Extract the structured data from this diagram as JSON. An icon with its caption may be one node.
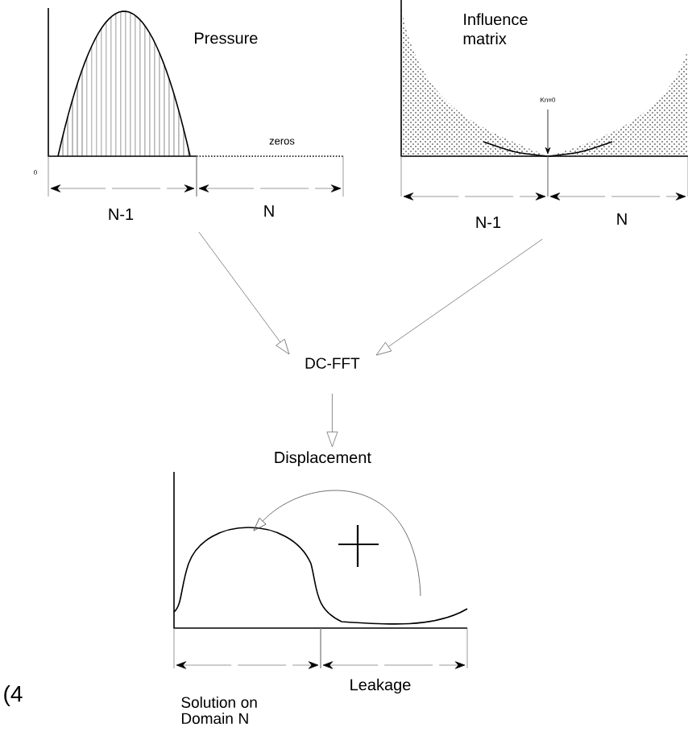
{
  "diagram": {
    "nodes": [
      {
        "text": [
          "Pressure"
        ]
      },
      {
        "text": [
          "Influence matrix"
        ]
      },
      {
        "text": [
          "DC-FFT"
        ]
      },
      {
        "text": [
          "Displacement"
        ]
      }
    ],
    "edges": [
      {
        "from": 0,
        "to": 2,
        "arrow": "to"
      },
      {
        "from": 1,
        "to": 2,
        "arrow": "to"
      },
      {
        "from": 2,
        "to": 3,
        "arrow": "to"
      }
    ],
    "labels": [
      "0",
      "zeros",
      "N-1",
      "N",
      "Kn=0",
      "N-1",
      "N",
      "Solution on Domain N",
      "Leakage",
      "(4"
    ]
  }
}
